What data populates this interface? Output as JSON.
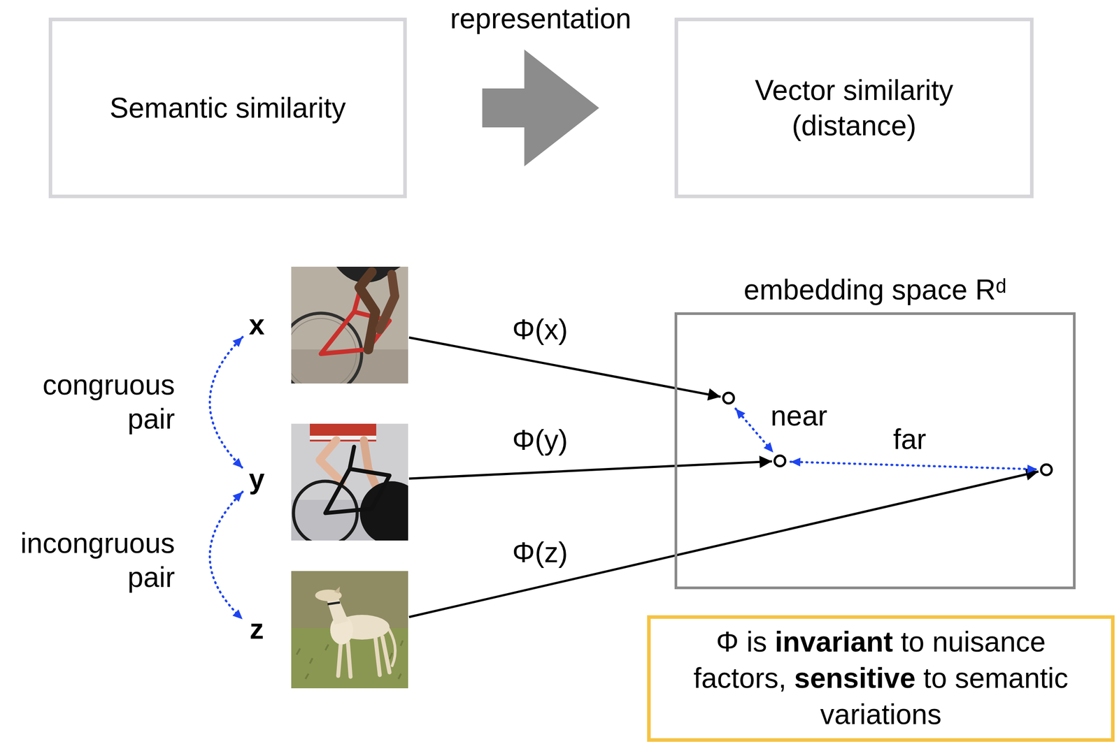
{
  "diagram": {
    "nodes": [
      {
        "text": [
          "Semantic similarity"
        ]
      },
      {
        "text": [
          "Vector similarity (distance)"
        ]
      },
      {
        "text": [
          "embedding space Rᵈ"
        ]
      },
      {
        "text": [
          "Φ is",
          "invariant",
          "to nuisance factors,",
          "sensitive",
          "to semantic variations"
        ]
      }
    ],
    "edges": [
      {
        "from": 0,
        "to": 1,
        "arrow": "to",
        "label": "representation"
      }
    ],
    "labels": [
      "x",
      "y",
      "z",
      "congruous pair",
      "incongruous pair",
      "Φ(x)",
      "Φ(y)",
      "Φ(z)",
      "near",
      "far"
    ]
  }
}
